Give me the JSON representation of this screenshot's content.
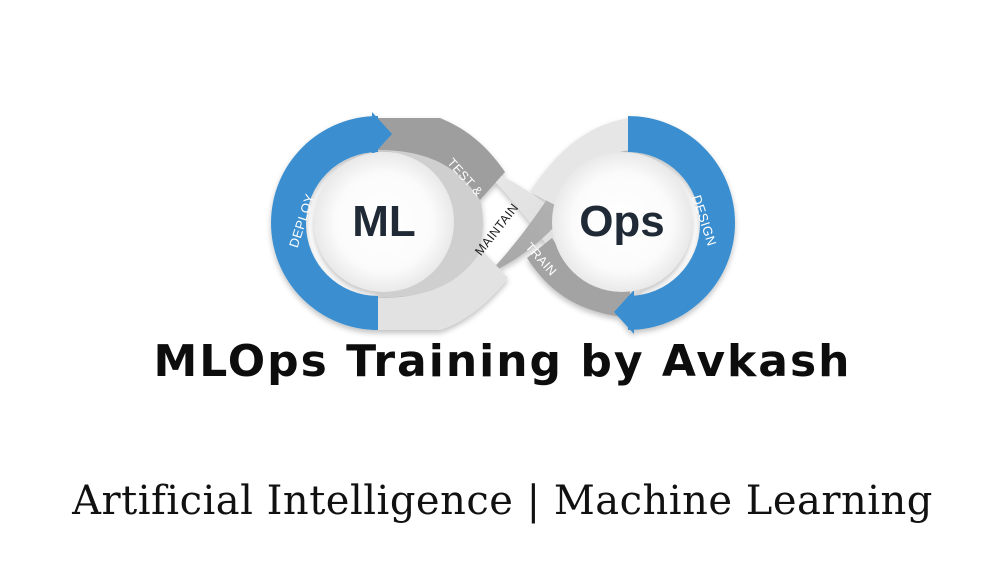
{
  "logo": {
    "left_word": "ML",
    "right_word": "Ops",
    "stages": {
      "deploy": "DEPLOY",
      "test": "TEST &",
      "maintain": "MAINTAIN",
      "train": "TRAIN",
      "design": "DESIGN"
    },
    "colors": {
      "blue": "#3a8fd0",
      "blue_dark": "#2a7bbd",
      "gray_light": "#e4e4e4",
      "gray_mid": "#a9a9a9",
      "gray_dark": "#8c8c8c"
    }
  },
  "headline": "MLOps Training by Avkash",
  "tagline": "Artificial Intelligence | Machine Learning"
}
